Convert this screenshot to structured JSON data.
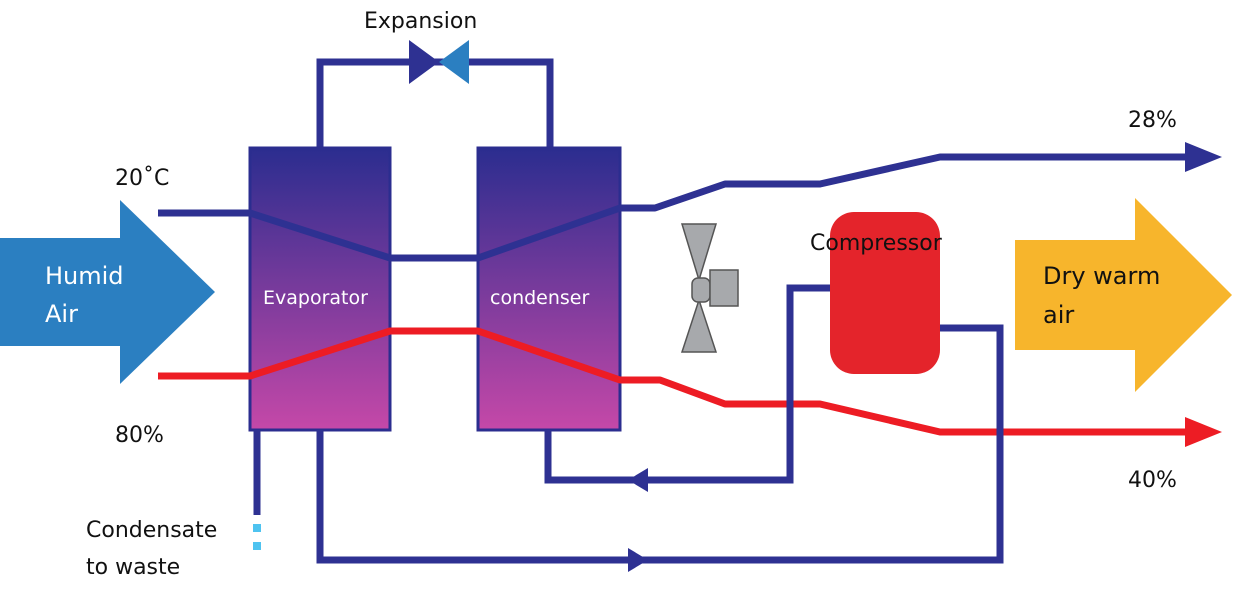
{
  "title": "",
  "labels": {
    "expansion": "Expansion",
    "temp_in": "20˚C",
    "rh_in": "80%",
    "rh_out_top": "28%",
    "rh_out_bottom": "40%",
    "humid_line1": "Humid",
    "humid_line2": "Air",
    "evaporator": "Evaporator",
    "condenser": "condenser",
    "compressor": "Compressor",
    "dry_line1": "Dry warm",
    "dry_line2": "air",
    "condensate_line1": "Condensate",
    "condensate_line2": "to waste"
  },
  "colors": {
    "refrigerant_pipe": "#2e3192",
    "warm_air_line": "#ed1c24",
    "humid_air_arrow": "#2b7fc1",
    "dry_air_arrow": "#f7b52c",
    "compressor_fill": "#e4242b",
    "coil_top": "#2b2d8f",
    "coil_bottom": "#c548a8",
    "fan": "#a7a9ac",
    "condensate_drip": "#4ec3f0",
    "valve_left": "#2e3192",
    "valve_right": "#2b7fc1"
  },
  "icons": {
    "fan": "fan-icon",
    "expansion_valve": "expansion-valve-icon"
  }
}
